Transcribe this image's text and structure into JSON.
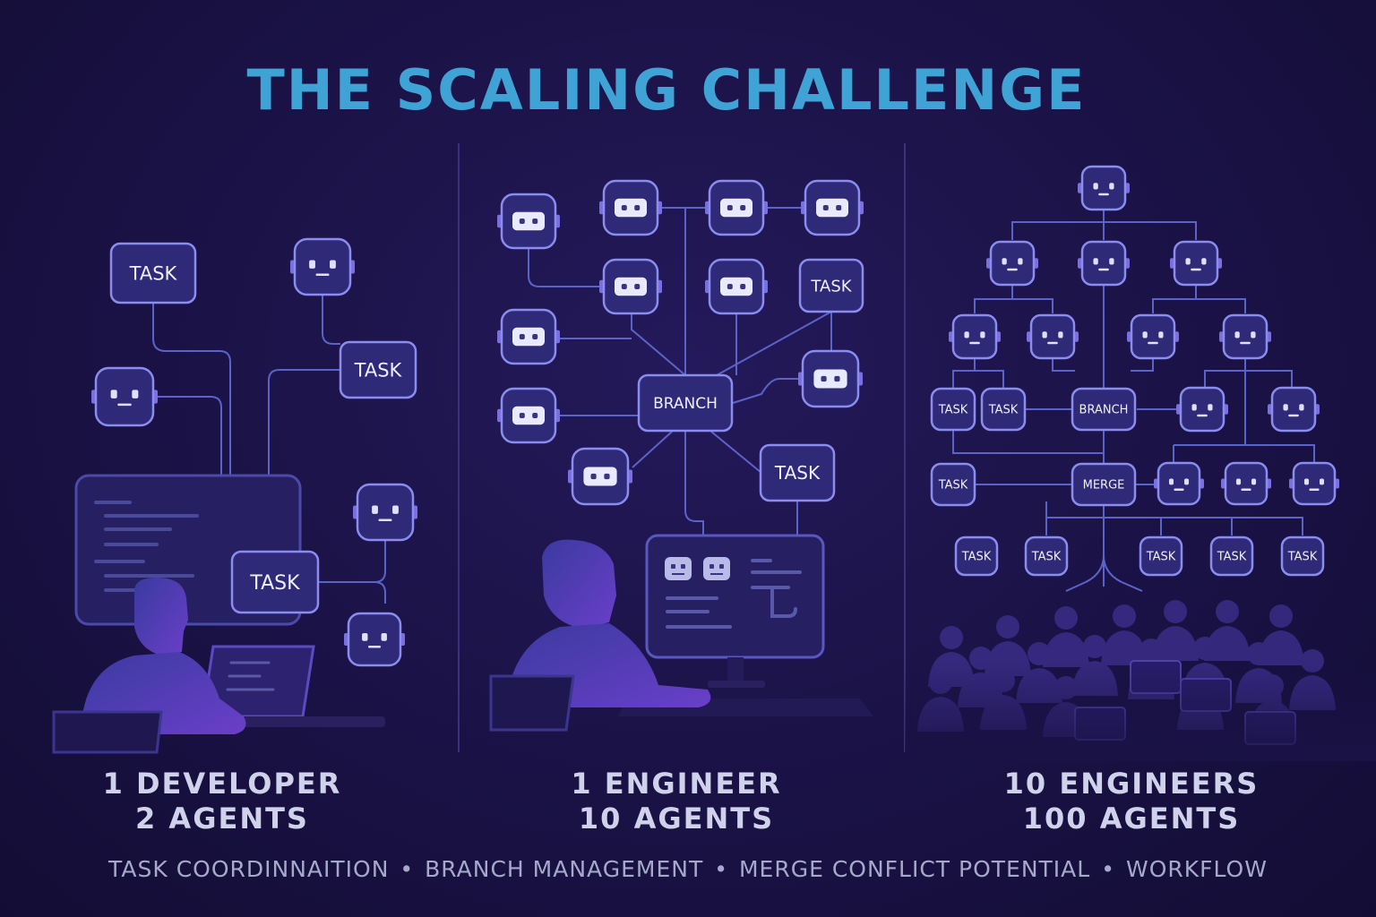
{
  "title": "THE SCALING CHALLENGE",
  "panels": [
    {
      "line1": "1 DEVELOPER",
      "line2": "2 AGENTS"
    },
    {
      "line1": "1 ENGINEER",
      "line2": "10 AGENTS"
    },
    {
      "line1": "10 ENGINEERS",
      "line2": "100 AGENTS"
    }
  ],
  "footer": {
    "items": [
      "TASK COORDINNAITION",
      "BRANCH MANAGEMENT",
      "MERGE CONFLICT POTENTIAL",
      "WORKFLOW"
    ],
    "separator": "•"
  },
  "node_labels": {
    "task": "TASK",
    "branch": "BRANCH",
    "merge": "MERGE"
  },
  "colors": {
    "title": "#3fa3d6",
    "node_fill": "#2f2a78",
    "node_stroke": "#8a8cf0",
    "connector": "#5b63c9",
    "caption": "#cfd2ea"
  }
}
